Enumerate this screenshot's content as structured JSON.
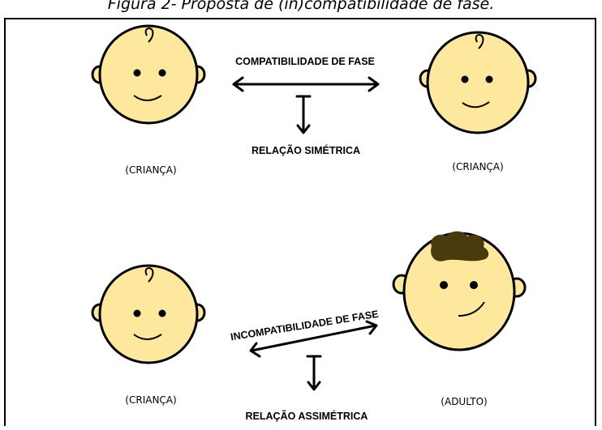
{
  "caption": "Figura 2- Proposta de (in)compatibilidade de fase.",
  "top": {
    "relation_top": "COMPATIBILIDADE DE FASE",
    "relation_bottom": "RELAÇÃO SIMÉTRICA",
    "left_label": "(CRIANÇA)",
    "right_label": "(CRIANÇA)"
  },
  "bottom": {
    "relation_top": "INCOMPATIBILIDADE DE FASE",
    "relation_bottom": "RELAÇÃO ASSIMÉTRICA",
    "left_label": "(CRIANÇA)",
    "right_label": "(ADULTO)"
  },
  "colors": {
    "skin": "#fde89e",
    "hair": "#4a3b0e",
    "stroke": "#000000"
  }
}
